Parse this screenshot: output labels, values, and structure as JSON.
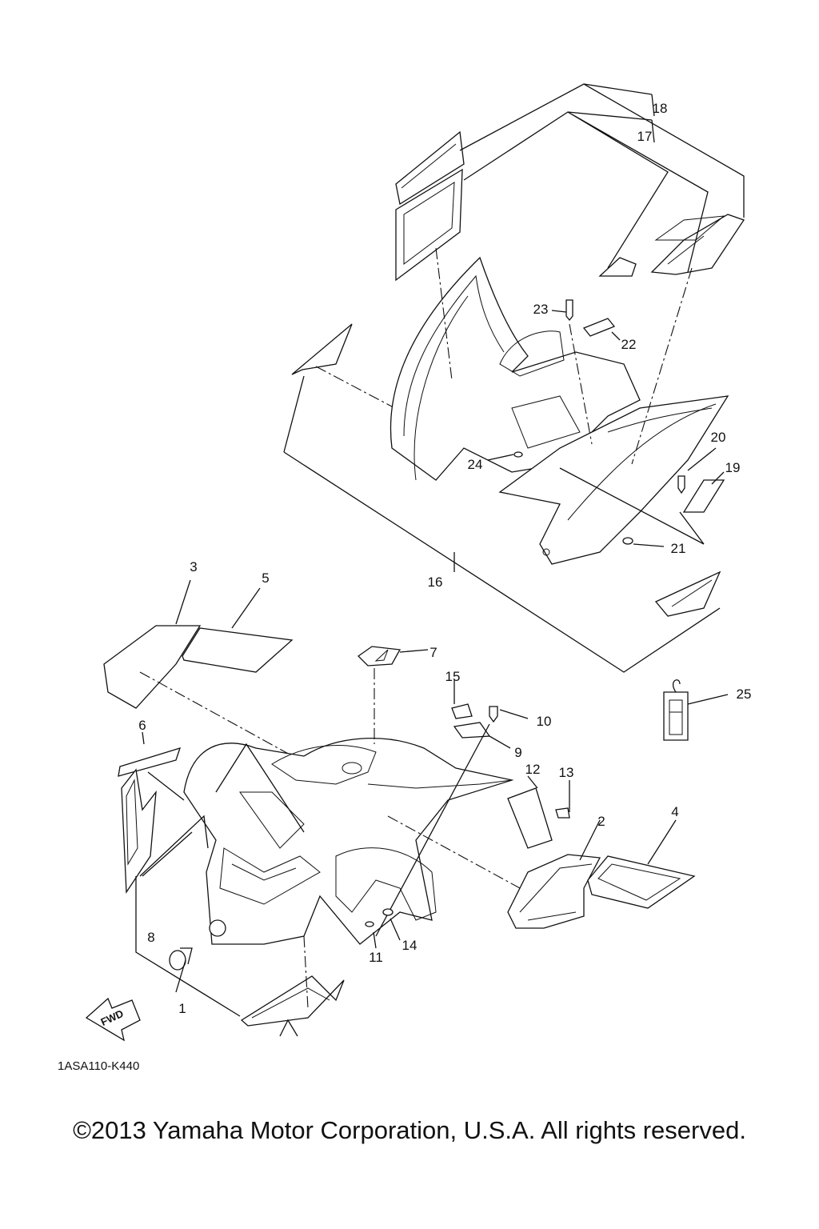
{
  "callouts": [
    "1",
    "2",
    "3",
    "4",
    "5",
    "6",
    "7",
    "8",
    "9",
    "10",
    "11",
    "12",
    "13",
    "14",
    "15",
    "16",
    "17",
    "18",
    "19",
    "20",
    "21",
    "22",
    "23",
    "24",
    "25"
  ],
  "drawing_code": "1ASA110-K440",
  "fwd_label": "FWD",
  "copyright": "©2013 Yamaha Motor Corporation, U.S.A. All rights reserved."
}
